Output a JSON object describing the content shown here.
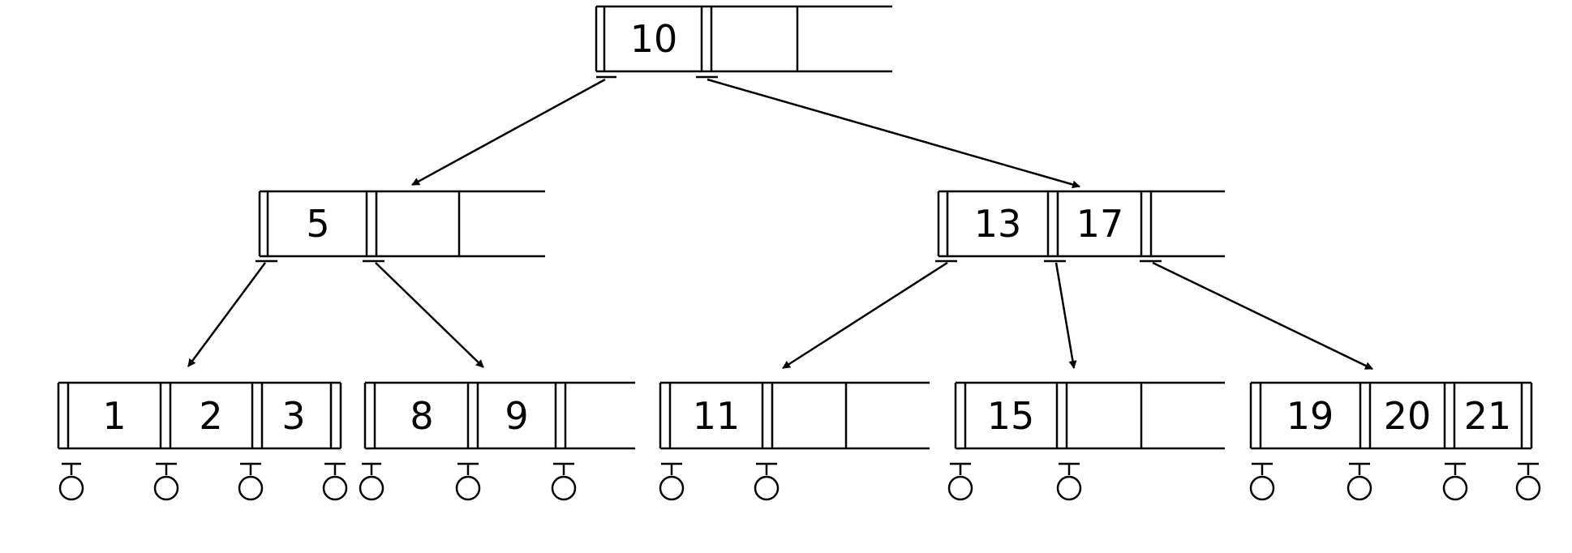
{
  "tree": {
    "root": {
      "keys": [
        "10"
      ]
    },
    "internal": [
      {
        "keys": [
          "5"
        ]
      },
      {
        "keys": [
          "13",
          "17"
        ]
      }
    ],
    "leaves": [
      {
        "keys": [
          "1",
          "2",
          "3"
        ]
      },
      {
        "keys": [
          "8",
          "9"
        ]
      },
      {
        "keys": [
          "11"
        ]
      },
      {
        "keys": [
          "15"
        ]
      },
      {
        "keys": [
          "19",
          "20",
          "21"
        ]
      }
    ]
  },
  "colors": {
    "stroke": "#000000",
    "background": "#ffffff"
  }
}
